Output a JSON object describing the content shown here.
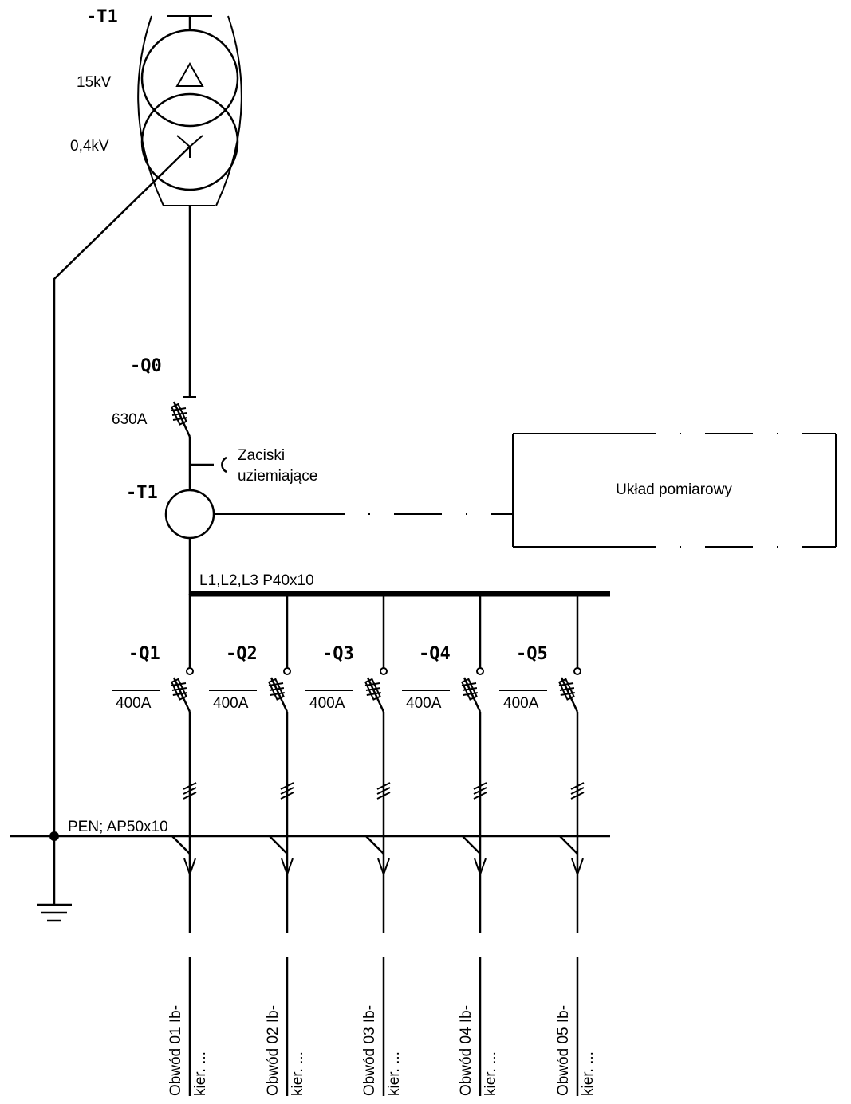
{
  "transformer": {
    "label": "-T1",
    "hv_voltage": "15kV",
    "lv_voltage": "0,4kV"
  },
  "main_switch": {
    "label": "-Q0",
    "rating": "630A"
  },
  "earthing_terminals": {
    "line1": "Zaciski",
    "line2": "uziemiające"
  },
  "current_transformer": {
    "label": "-T1"
  },
  "measurement": {
    "label": "Układ pomiarowy"
  },
  "busbar": {
    "label": "L1,L2,L3 P40x10"
  },
  "pen_bus": {
    "label": "PEN; AP50x10"
  },
  "feeders": [
    {
      "label": "-Q1",
      "rating": "400A",
      "circuit": "Obwód 01 Ib-",
      "direction": "kier. ..."
    },
    {
      "label": "-Q2",
      "rating": "400A",
      "circuit": "Obwód 02 Ib-",
      "direction": "kier. ..."
    },
    {
      "label": "-Q3",
      "rating": "400A",
      "circuit": "Obwód 03 Ib-",
      "direction": "kier. ..."
    },
    {
      "label": "-Q4",
      "rating": "400A",
      "circuit": "Obwód 04 Ib-",
      "direction": "kier. ..."
    },
    {
      "label": "-Q5",
      "rating": "400A",
      "circuit": "Obwód 05 Ib-",
      "direction": "kier. ..."
    }
  ]
}
